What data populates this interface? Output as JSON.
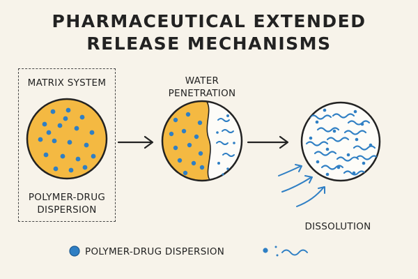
{
  "title": {
    "line1": "PHARMACEUTICAL EXTENDED",
    "line2": "RELEASE MECHANISMS"
  },
  "stages": {
    "matrix": {
      "top_label": "MATRIX SYSTEM",
      "bottom_label_line1": "POLYMER-DRUG",
      "bottom_label_line2": "DISPERSION"
    },
    "water": {
      "label_line1": "WATER",
      "label_line2": "PENETRATION"
    },
    "dissolution": {
      "label": "DISSOLUTION"
    }
  },
  "legend": {
    "dispersion_label": "POLYMER-DRUG DISPERSION"
  },
  "colors": {
    "polymer": "#f4b942",
    "drug": "#2f7fc4",
    "outline": "#222222",
    "arrow": "#222222",
    "flow": "#2f7fc4"
  },
  "icons": [
    "drug-dot-icon",
    "dissolved-drug-icon",
    "arrow-right-icon",
    "flow-arrow-icon"
  ]
}
